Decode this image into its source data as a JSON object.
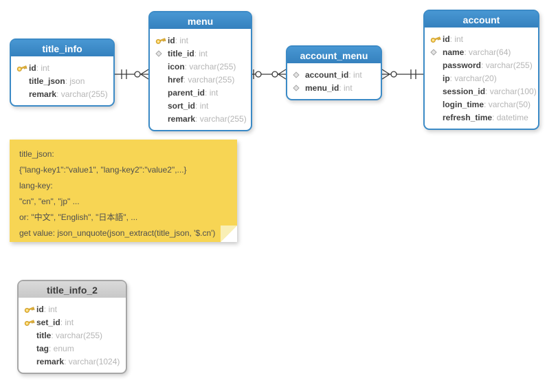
{
  "tables": {
    "title_info": {
      "title": "title_info",
      "fields": [
        {
          "name": "id",
          "type": "int",
          "icon": "key"
        },
        {
          "name": "title_json",
          "type": "json",
          "icon": ""
        },
        {
          "name": "remark",
          "type": "varchar(255)",
          "icon": ""
        }
      ]
    },
    "menu": {
      "title": "menu",
      "fields": [
        {
          "name": "id",
          "type": "int",
          "icon": "key"
        },
        {
          "name": "title_id",
          "type": "int",
          "icon": "diamond"
        },
        {
          "name": "icon",
          "type": "varchar(255)",
          "icon": ""
        },
        {
          "name": "href",
          "type": "varchar(255)",
          "icon": ""
        },
        {
          "name": "parent_id",
          "type": "int",
          "icon": ""
        },
        {
          "name": "sort_id",
          "type": "int",
          "icon": ""
        },
        {
          "name": "remark",
          "type": "varchar(255)",
          "icon": ""
        }
      ]
    },
    "account_menu": {
      "title": "account_menu",
      "fields": [
        {
          "name": "account_id",
          "type": "int",
          "icon": "diamond"
        },
        {
          "name": "menu_id",
          "type": "int",
          "icon": "diamond"
        }
      ]
    },
    "account": {
      "title": "account",
      "fields": [
        {
          "name": "id",
          "type": "int",
          "icon": "key"
        },
        {
          "name": "name",
          "type": "varchar(64)",
          "icon": "diamond"
        },
        {
          "name": "password",
          "type": "varchar(255)",
          "icon": ""
        },
        {
          "name": "ip",
          "type": "varchar(20)",
          "icon": ""
        },
        {
          "name": "session_id",
          "type": "varchar(100)",
          "icon": ""
        },
        {
          "name": "login_time",
          "type": "varchar(50)",
          "icon": ""
        },
        {
          "name": "refresh_time",
          "type": "datetime",
          "icon": ""
        }
      ]
    },
    "title_info_2": {
      "title": "title_info_2",
      "fields": [
        {
          "name": "id",
          "type": "int",
          "icon": "key"
        },
        {
          "name": "set_id",
          "type": "int",
          "icon": "key"
        },
        {
          "name": "title",
          "type": "varchar(255)",
          "icon": ""
        },
        {
          "name": "tag",
          "type": "enum",
          "icon": ""
        },
        {
          "name": "remark",
          "type": "varchar(1024)",
          "icon": ""
        }
      ]
    }
  },
  "note": {
    "lines": [
      "title_json:",
      "{\"lang-key1\":\"value1\", \"lang-key2\":\"value2\",...}",
      "lang-key:",
      "\"cn\", \"en\", \"jp\" ...",
      "or: \"中文\", \"English\", \"日本語\", ...",
      "get value: json_unquote(json_extract(title_json, '$.cn')"
    ]
  },
  "relationships": [
    {
      "from": "title_info",
      "to": "menu",
      "from_cardinality": "exactly-one",
      "to_cardinality": "zero-or-many"
    },
    {
      "from": "menu",
      "to": "account_menu",
      "from_cardinality": "zero-or-one",
      "to_cardinality": "zero-or-many"
    },
    {
      "from": "account_menu",
      "to": "account",
      "from_cardinality": "zero-or-many",
      "to_cardinality": "exactly-one"
    }
  ],
  "colors": {
    "table_header_blue": "#3b8ac6",
    "table_header_gray": "#d2d2d2",
    "note_yellow": "#f7d554",
    "field_name": "#3f3f3f",
    "field_type": "#b5b5b5",
    "connector": "#3a3a3a"
  }
}
